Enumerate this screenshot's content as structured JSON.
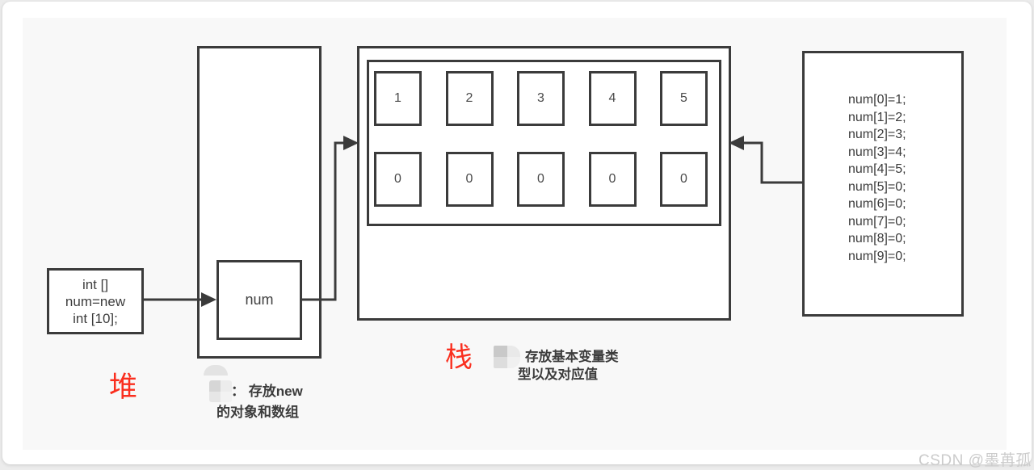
{
  "code_box": {
    "lines": [
      "int []",
      "num=new",
      "int [10];"
    ]
  },
  "heap": {
    "region_label": "堆",
    "pointer_box_label": "num",
    "note": {
      "line1": "： 存放new",
      "line2": "的对象和数组"
    }
  },
  "stack": {
    "region_label": "栈",
    "note": {
      "line1": "存放基本变量类",
      "line2": "型以及对应值"
    },
    "array_row1": [
      "1",
      "2",
      "3",
      "4",
      "5"
    ],
    "array_row2": [
      "0",
      "0",
      "0",
      "0",
      "0"
    ]
  },
  "assignments": {
    "lines": [
      "num[0]=1;",
      "num[1]=2;",
      "num[2]=3;",
      "num[3]=4;",
      "num[4]=5;",
      "num[5]=0;",
      "num[6]=0;",
      "num[7]=0;",
      "num[8]=0;",
      "num[9]=0;"
    ]
  },
  "watermark": "CSDN @墨苒孤",
  "colors": {
    "accent_red": "#fa2f1f",
    "line_dark": "#3b3b3b",
    "watermark_gray": "#cbcbcb",
    "panel_bg": "#f8f8f8"
  }
}
